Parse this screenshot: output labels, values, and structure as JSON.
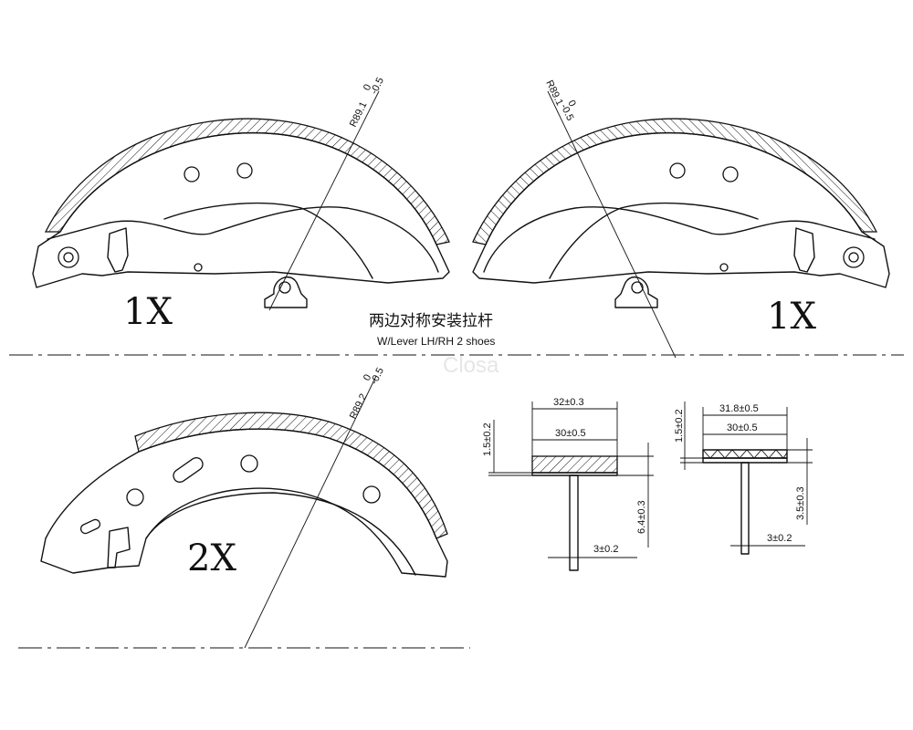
{
  "shoe_top_left": {
    "radius": "R89.1",
    "tol_upper": "0",
    "tol_lower": "-0.5",
    "quantity": "1X"
  },
  "shoe_top_right": {
    "radius": "R89.1",
    "tol_upper": "0",
    "tol_lower": "-0.5",
    "quantity": "1X"
  },
  "shoe_bottom": {
    "radius": "R89.2",
    "tol_upper": "0",
    "tol_lower": "-0.5",
    "quantity": "2X"
  },
  "note": {
    "chinese": "两边对称安装拉杆",
    "english": "W/Lever  LH/RH 2 shoes"
  },
  "watermark": "Closa",
  "section_left": {
    "lining_width": "32±0.3",
    "table_width": "30±0.5",
    "lining_thickness": "1.5±0.2",
    "web_height": "6.4±0.3",
    "web_thickness": "3±0.2"
  },
  "section_right": {
    "lining_width": "31.8±0.5",
    "table_width": "30±0.5",
    "lining_thickness": "1.5±0.2",
    "web_height": "3.5±0.3",
    "web_thickness": "3±0.2"
  }
}
